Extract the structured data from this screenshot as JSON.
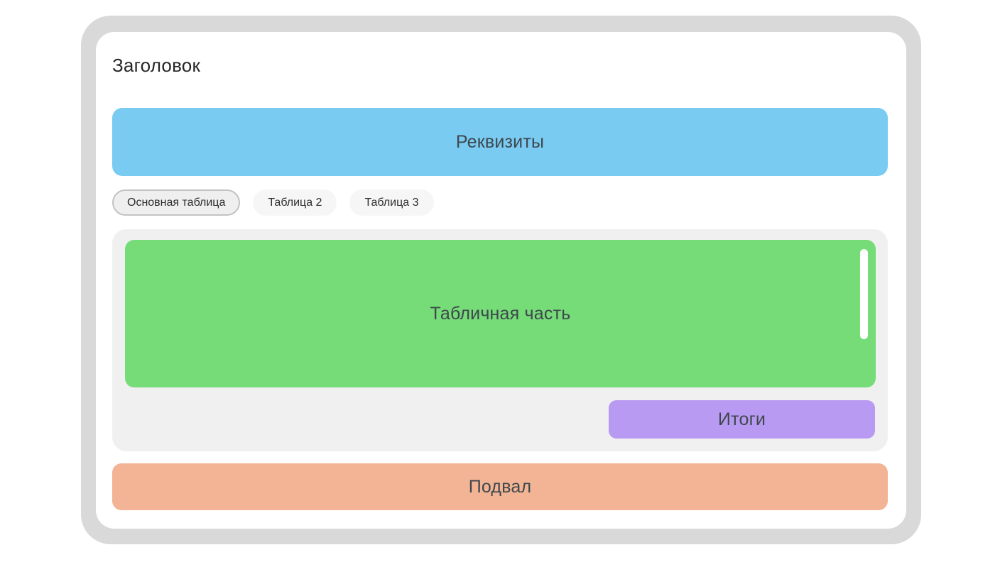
{
  "window": {
    "title": "Заголовок"
  },
  "tabs": [
    {
      "label": "Основная таблица",
      "active": true
    },
    {
      "label": "Таблица 2",
      "active": false
    },
    {
      "label": "Таблица 3",
      "active": false
    }
  ],
  "regions": {
    "requisites": "Реквизиты",
    "tabular_section": "Табличная часть",
    "totals": "Итоги",
    "footer": "Подвал"
  },
  "colors": {
    "frame": "#D9D9D9",
    "canvas": "#FFFFFF",
    "requisites": "#79CBF2",
    "tabular_section": "#75DC78",
    "panel": "#F0F0F1",
    "totals": "#B89AF2",
    "footer": "#F2B494",
    "scrollbar": "#FFFFFF",
    "active_chip_border": "#C3C3C3"
  }
}
